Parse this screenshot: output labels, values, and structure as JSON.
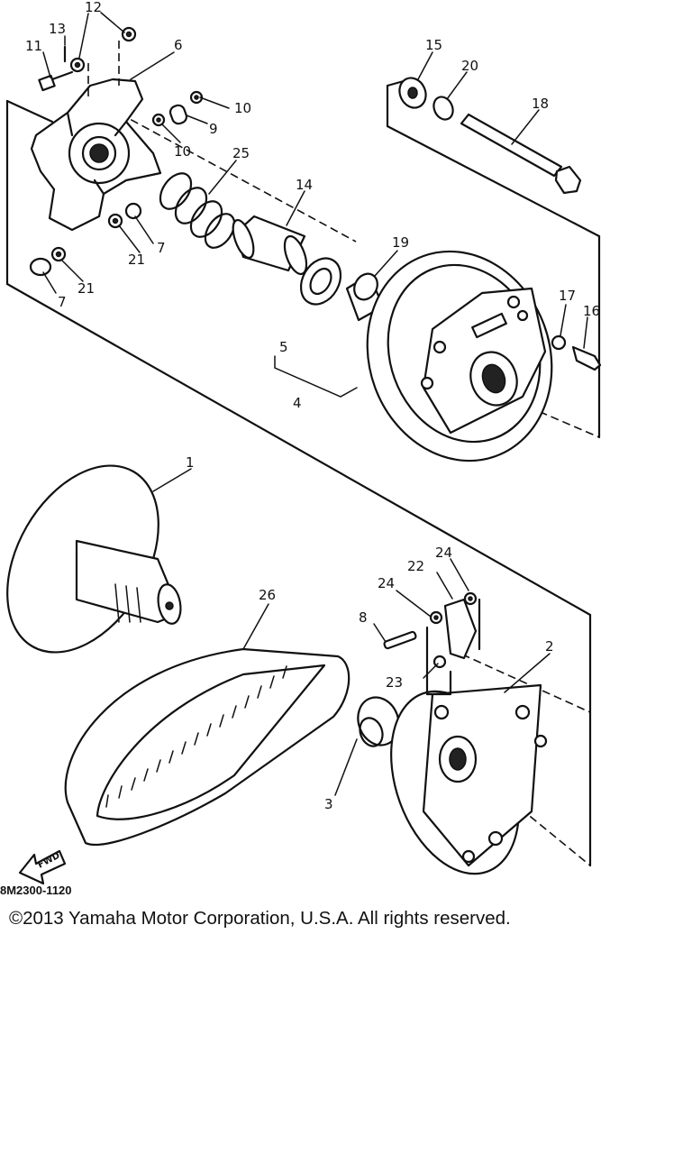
{
  "diagram": {
    "labels": {
      "p1": "1",
      "p2": "2",
      "p3": "3",
      "p4": "4",
      "p5a": "5",
      "p6": "6",
      "p7a": "7",
      "p7b": "7",
      "p8": "8",
      "p9": "9",
      "p10a": "10",
      "p10b": "10",
      "p11": "11",
      "p12": "12",
      "p13": "13",
      "p14": "14",
      "p15": "15",
      "p16": "16",
      "p17": "17",
      "p18": "18",
      "p19": "19",
      "p20": "20",
      "p21a": "21",
      "p21b": "21",
      "p22": "22",
      "p23": "23",
      "p24a": "24",
      "p24b": "24",
      "p25": "25",
      "p26": "26"
    },
    "fwd_label": "FWD",
    "drawing_code": "8M2300-1120"
  },
  "footer": {
    "copyright": "©2013 Yamaha Motor Corporation, U.S.A. All rights reserved."
  },
  "icons": [
    "fwd-arrow-icon"
  ]
}
